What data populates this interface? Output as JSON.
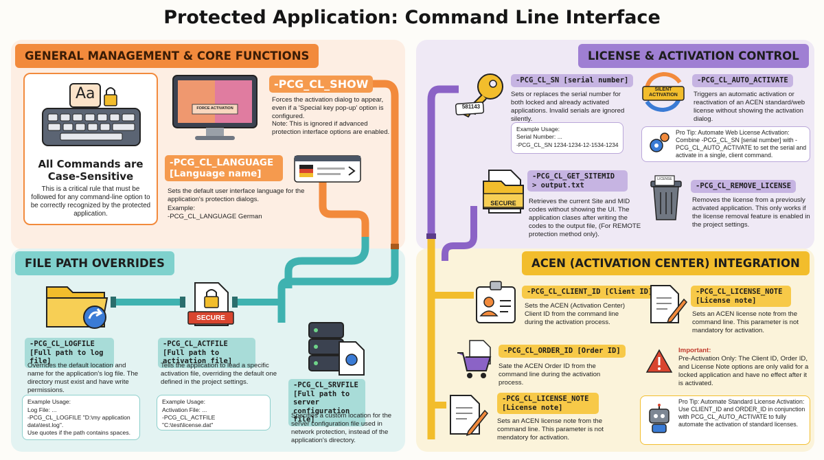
{
  "title": "Protected Application: Command Line Interface",
  "sections": {
    "general": "GENERAL MANAGEMENT & CORE FUNCTIONS",
    "file": "FILE PATH OVERRIDES",
    "license": "LICENSE & ACTIVATION CONTROL",
    "acen": "ACEN (ACTIVATION CENTER) INTEGRATION"
  },
  "case": {
    "icon_text": "Aa",
    "title": "All Commands are Case-Sensitive",
    "text": "This is a critical rule that must be followed for any command-line option to be correctly recognized by the protected application."
  },
  "show": {
    "tag": "-PCG_CL_SHOW",
    "screen_label": "FORCE ACTIVATION",
    "desc": "Forces the activation dialog to appear, even if a 'Special key pop-up' option is configured.",
    "note": "Note: This is ignored if advanced protection interface options are enabled."
  },
  "language": {
    "tag": "-PCG_CL_LANGUAGE [Language name]",
    "desc": "Sets the default user interface language for the application's protection dialogs.",
    "example_label": "Example:",
    "example": "-PCG_CL_LANGUAGE German"
  },
  "logfile": {
    "tag": "-PCG_CL_LOGFILE [Full path to log file]",
    "desc": "Overrides the default location and name for the application's log file. The directory must exist and have write permissions.",
    "ex_title": "Example Usage:",
    "ex_line1": "Log File: ...",
    "ex_line2": "-PCG_CL_LOGFILE \"D:\\my application data\\test.log\".",
    "ex_line3": "Use quotes if the path contains spaces."
  },
  "actfile": {
    "tag": "-PCG_CL_ACTFILE [Full path to activation file]",
    "badge": "SECURE",
    "desc": "Tells the application to lead a specific activation file, overriding the default one defined in the project settings.",
    "ex_title": "Example Usage:",
    "ex_line1": "Activation File: ...",
    "ex_line2": "-PCG_CL_ACTFILE",
    "ex_line3": "\"C:\\test\\license.dat\""
  },
  "srvfile": {
    "tag": "-PCG_CL_SRVFILE [Full path to server configuration file]",
    "desc": "Specifies a custom location for the server configuration file used in network protection, instead of the application's directory."
  },
  "sn": {
    "tag": "-PCG_CL_SN [serial number]",
    "key_text": "581143",
    "desc": "Sets or replaces the serial number for both locked and already activated applications. Invalid serials are ignored silently.",
    "ex_title": "Example Usage:",
    "ex_line1": "Serial Number: ...",
    "ex_line2": "-PCG_CL_SN 1234-1234-12-1534-1234"
  },
  "auto": {
    "tag": "-PCG_CL_AUTO_ACTIVATE",
    "icon_text": "SILENT ACTIVATION",
    "desc": "Triggers an automatic activation or reactivation of an ACEN standard/web license without showing the activation dialog.",
    "tip": "Pro Tip: Automate Web License Activation: Combine -PCG_CL_SN [serial number] with -PCG_CL_AUTO_ACTIVATE to set the serial and activate in a single, client command."
  },
  "siteid": {
    "tag": "-PCG_CL_GET_SITEMID > output.txt",
    "badge": "SECURE",
    "desc": "Retrieves the current Site and MID codes without showing the UI. The application clases after writing the codes to the output file, (For REMOTE protection method only)."
  },
  "remove": {
    "tag": "-PCG_CL_REMOVE_LICENSE",
    "icon_text": "LICENSE",
    "desc": "Removes the license from a previously activated application. This only works if the license removal feature is enabled in the project settings."
  },
  "client": {
    "tag": "-PCG_CL_CLIENT_ID [Client ID]",
    "desc": "Sets the ACEN (Activation Center) Client ID from the command line during the activation process."
  },
  "note1": {
    "tag": "-PCG_CL_LICENSE_NOTE [License note]",
    "desc": "Sets an ACEN license note from the command line. This parameter is not mandatory for activation."
  },
  "order": {
    "tag": "-PCG_CL_ORDER_ID [Order ID]",
    "desc": "Sate the ACEN Order ID from the command line during the activation process."
  },
  "important": {
    "title": "Important:",
    "text": "Pre-Activation Only: The Client ID, Order ID, and License Note options are only valid for a locked application and have no effect after it is activated."
  },
  "note2": {
    "tag": "-PCG_CL_LICENSE_NOTE [License note]",
    "desc": "Sets an ACEN license note from the command line. This parameter is not mendatory for activation."
  },
  "tip2": {
    "text": "Pro Tip: Automate Standard License Activation: Use CLIENT_ID and ORDER_ID in conjunction with PCG_CL_AUTO_ACTIVATE to fully automate the activation of standard licenses."
  },
  "colors": {
    "orange": "#f28a3c",
    "teal": "#3fb2b0",
    "purple": "#8b63c6",
    "yellow": "#f2bd2c",
    "red": "#d9452f"
  }
}
